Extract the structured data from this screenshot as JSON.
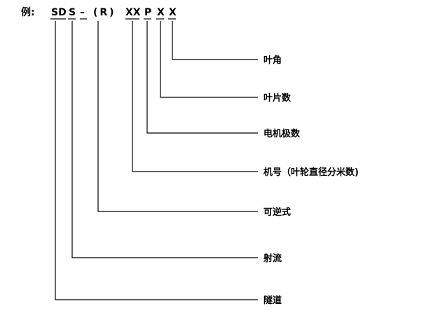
{
  "code": {
    "prefix": "例:",
    "sd": "SD",
    "s": "S",
    "dash": "–",
    "r": "(R)",
    "xx": "XX",
    "p": "P",
    "x1": "X",
    "x2": "X"
  },
  "labels": {
    "blade_angle": "叶角",
    "blade_count": "叶片数",
    "motor_poles": "电机极数",
    "fan_number": "机号（叶轮直径分米数)",
    "reversible": "可逆式",
    "jet": "射流",
    "tunnel": "隧道"
  }
}
